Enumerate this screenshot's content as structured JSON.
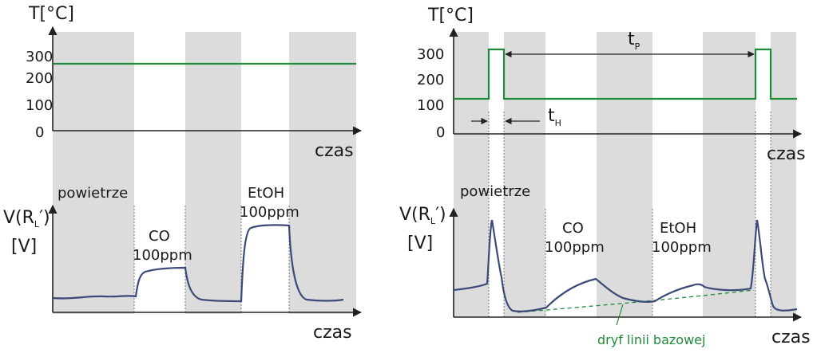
{
  "left_panel": {
    "temp_axis_label": "T[°C]",
    "temp_ticks": [
      "300",
      "200",
      "100",
      "0"
    ],
    "time_label": "czas",
    "signal_axis_label_line1": "V(R",
    "signal_axis_sub": "L",
    "signal_axis_label_close": "′)",
    "signal_axis_label_line2": "[V]",
    "phase_air": "powietrze",
    "phase_co_gas": "CO",
    "phase_co_conc": "100ppm",
    "phase_etoh_gas": "EtOH",
    "phase_etoh_conc": "100ppm",
    "signal_time_label": "czas"
  },
  "right_panel": {
    "temp_axis_label": "T[°C]",
    "temp_ticks": [
      "300",
      "200",
      "100",
      "0"
    ],
    "time_label": "czas",
    "tp_label": "t",
    "tp_sub": "P",
    "th_label": "t",
    "th_sub": "H",
    "signal_axis_label_line1": "V(R",
    "signal_axis_sub": "L",
    "signal_axis_label_close": "′)",
    "signal_axis_label_line2": "[V]",
    "phase_air": "powietrze",
    "phase_co_gas": "CO",
    "phase_co_conc": "100ppm",
    "phase_etoh_gas": "EtOH",
    "phase_etoh_conc": "100ppm",
    "drift_label": "dryf linii bazowej",
    "signal_time_label": "czas"
  },
  "colors": {
    "temperature_line": "#1e8a3a",
    "signal_line": "#3b4a78",
    "shaded_band": "#dcdcdc",
    "drift_line": "#1e8a3a"
  }
}
